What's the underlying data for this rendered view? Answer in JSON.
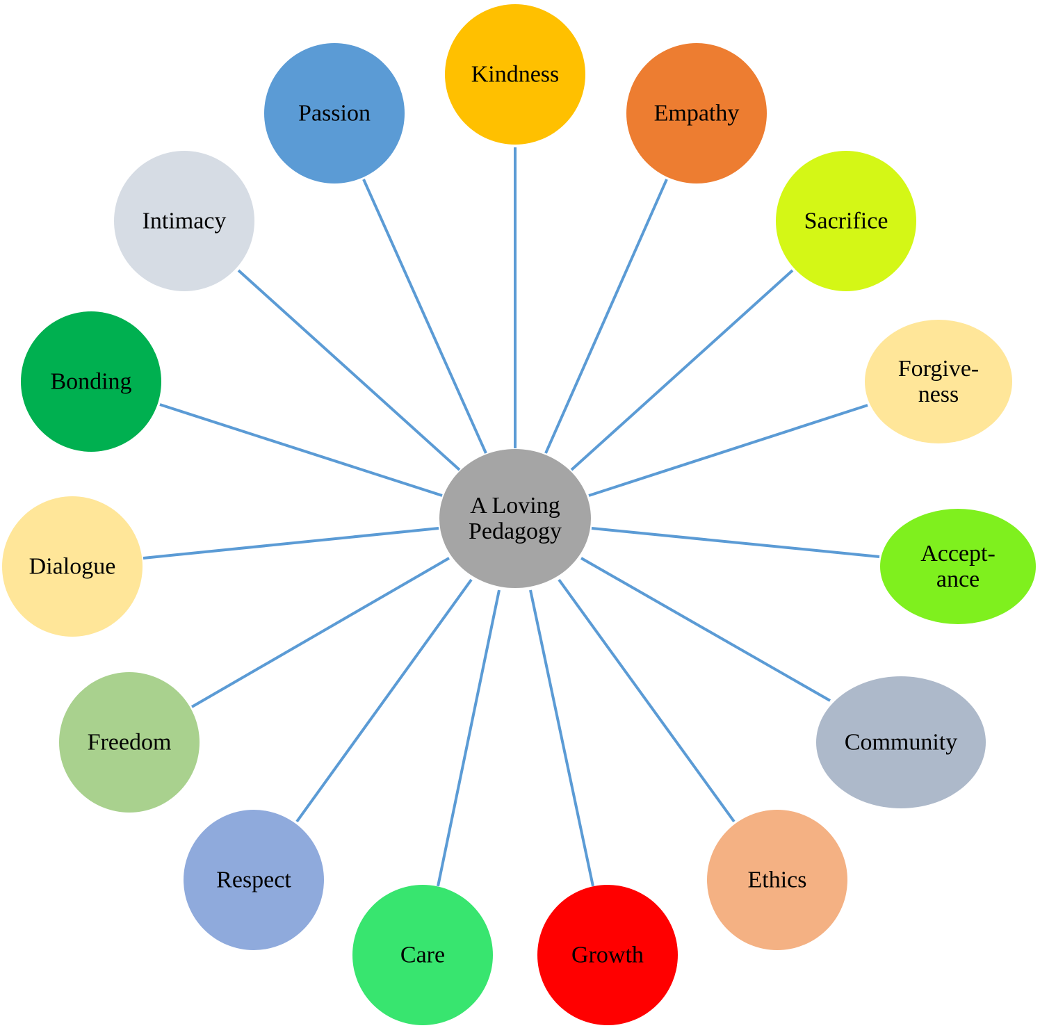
{
  "diagram": {
    "center": {
      "lines": [
        "A Loving",
        "Pedagogy"
      ],
      "color": "#a5a5a5"
    },
    "spoke_color": "#5b9bd5",
    "nodes": [
      {
        "id": "kindness",
        "lines": [
          "Kindness"
        ],
        "color": "#ffc000"
      },
      {
        "id": "empathy",
        "lines": [
          "Empathy"
        ],
        "color": "#ed7d31"
      },
      {
        "id": "sacrifice",
        "lines": [
          "Sacrifice"
        ],
        "color": "#d4f716"
      },
      {
        "id": "forgiveness",
        "lines": [
          "Forgive-",
          "ness"
        ],
        "color": "#ffe699"
      },
      {
        "id": "acceptance",
        "lines": [
          "Accept-",
          "ance"
        ],
        "color": "#7ff01e"
      },
      {
        "id": "community",
        "lines": [
          "Community"
        ],
        "color": "#adb9ca"
      },
      {
        "id": "ethics",
        "lines": [
          "Ethics"
        ],
        "color": "#f4b183"
      },
      {
        "id": "growth",
        "lines": [
          "Growth"
        ],
        "color": "#ff0000"
      },
      {
        "id": "care",
        "lines": [
          "Care"
        ],
        "color": "#38e56f"
      },
      {
        "id": "respect",
        "lines": [
          "Respect"
        ],
        "color": "#8faadc"
      },
      {
        "id": "freedom",
        "lines": [
          "Freedom"
        ],
        "color": "#a9d18e"
      },
      {
        "id": "dialogue",
        "lines": [
          "Dialogue"
        ],
        "color": "#ffe699"
      },
      {
        "id": "bonding",
        "lines": [
          "Bonding"
        ],
        "color": "#00b050"
      },
      {
        "id": "intimacy",
        "lines": [
          "Intimacy"
        ],
        "color": "#d6dce4"
      },
      {
        "id": "passion",
        "lines": [
          "Passion"
        ],
        "color": "#5b9bd5"
      }
    ]
  }
}
